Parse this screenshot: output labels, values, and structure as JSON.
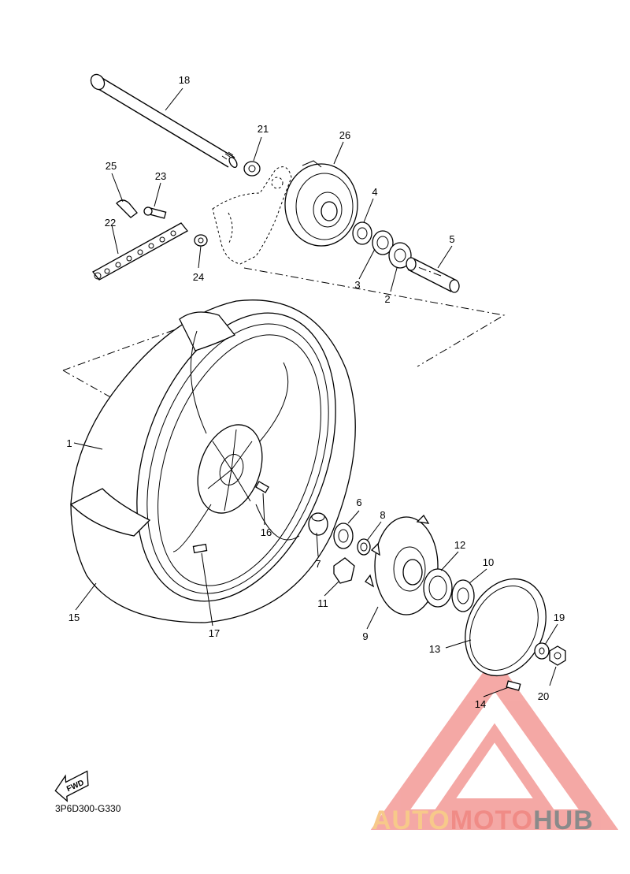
{
  "diagram": {
    "code": "3P6D300-G330",
    "fwd_label": "FWD",
    "callouts": [
      {
        "id": "18",
        "text": "18"
      },
      {
        "id": "21",
        "text": "21"
      },
      {
        "id": "26",
        "text": "26"
      },
      {
        "id": "25",
        "text": "25"
      },
      {
        "id": "23",
        "text": "23"
      },
      {
        "id": "22",
        "text": "22"
      },
      {
        "id": "24",
        "text": "24"
      },
      {
        "id": "4",
        "text": "4"
      },
      {
        "id": "5",
        "text": "5"
      },
      {
        "id": "3",
        "text": "3"
      },
      {
        "id": "2",
        "text": "2"
      },
      {
        "id": "1",
        "text": "1"
      },
      {
        "id": "16",
        "text": "16"
      },
      {
        "id": "6",
        "text": "6"
      },
      {
        "id": "8",
        "text": "8"
      },
      {
        "id": "7",
        "text": "7"
      },
      {
        "id": "12",
        "text": "12"
      },
      {
        "id": "10",
        "text": "10"
      },
      {
        "id": "11",
        "text": "11"
      },
      {
        "id": "15",
        "text": "15"
      },
      {
        "id": "17",
        "text": "17"
      },
      {
        "id": "9",
        "text": "9"
      },
      {
        "id": "19",
        "text": "19"
      },
      {
        "id": "13",
        "text": "13"
      },
      {
        "id": "20",
        "text": "20"
      },
      {
        "id": "14",
        "text": "14"
      }
    ]
  },
  "watermark": {
    "part1": "AUTO",
    "part2": "MOTO",
    "part3": "HUB",
    "color1": "#f7c98a",
    "color2": "#f08b86",
    "color3": "#8a8a8a"
  }
}
